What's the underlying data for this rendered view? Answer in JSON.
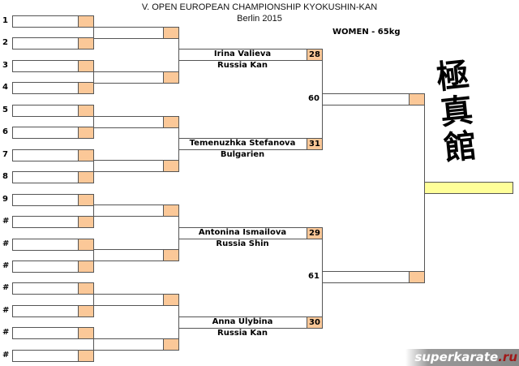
{
  "header": {
    "title": "V. OPEN EUROPEAN CHAMPIONSHIP KYOKUSHIN-KAN",
    "subtitle": "Berlin 2015",
    "category": "WOMEN - 65kg"
  },
  "round1_labels": [
    "1",
    "2",
    "3",
    "4",
    "5",
    "6",
    "7",
    "8",
    "9",
    "#",
    "#",
    "#",
    "#",
    "#",
    "#",
    "#"
  ],
  "semifinalists": [
    {
      "name": "Irina Valieva",
      "country": "Russia Kan",
      "number": "28"
    },
    {
      "name": "Temenuzhka Stefanova",
      "country": "Bulgarien",
      "number": "31"
    },
    {
      "name": "Antonina Ismailova",
      "country": "Russia Shin",
      "number": "29"
    },
    {
      "name": "Anna Ulybina",
      "country": "Russia Kan",
      "number": "30"
    }
  ],
  "final_matches": [
    "60",
    "61"
  ],
  "logo": "極真館",
  "watermark": {
    "main": "superkarate",
    "tld": ".ru"
  },
  "colors": {
    "score": "#fbc898",
    "winner": "#ffff99",
    "line": "#555555"
  }
}
